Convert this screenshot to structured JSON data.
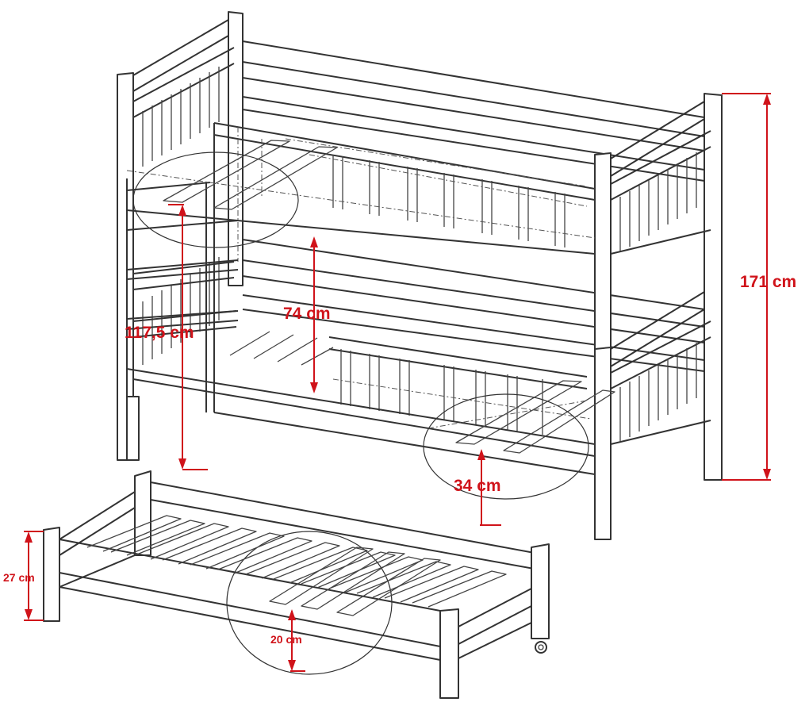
{
  "dimensions": {
    "overall_height": "171 cm",
    "lower_to_upper_height": "117,5 cm",
    "between_beds": "74 cm",
    "upper_rail_height": "34 cm",
    "trundle_height": "27 cm",
    "trundle_rail_height": "20 cm"
  },
  "colors": {
    "line": "#333333",
    "thin": "#555555",
    "dimension": "#d0131a",
    "background": "#ffffff"
  }
}
